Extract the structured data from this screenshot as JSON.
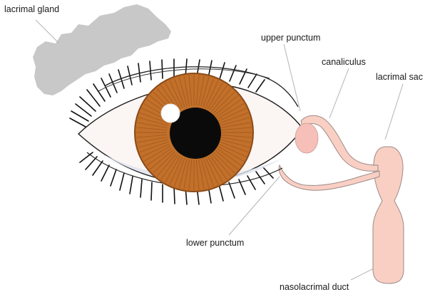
{
  "labels": {
    "lacrimal_gland": "lacrimal gland",
    "upper_punctum": "upper punctum",
    "canaliculus": "canaliculus",
    "lacrimal_sac": "lacrimal sac",
    "lower_punctum": "lower punctum",
    "nasolacrimal_duct": "nasolacrimal duct"
  },
  "colors": {
    "gland": "#c8c8c8",
    "iris": "#c2702a",
    "iris_dark": "#8a4a18",
    "pupil": "#0a0a0a",
    "sclera": "#fbf5f3",
    "duct": "#f9cfc4",
    "caruncle": "#f6c0b8",
    "lashes": "#111111",
    "leader_line": "#b4b4b4"
  }
}
